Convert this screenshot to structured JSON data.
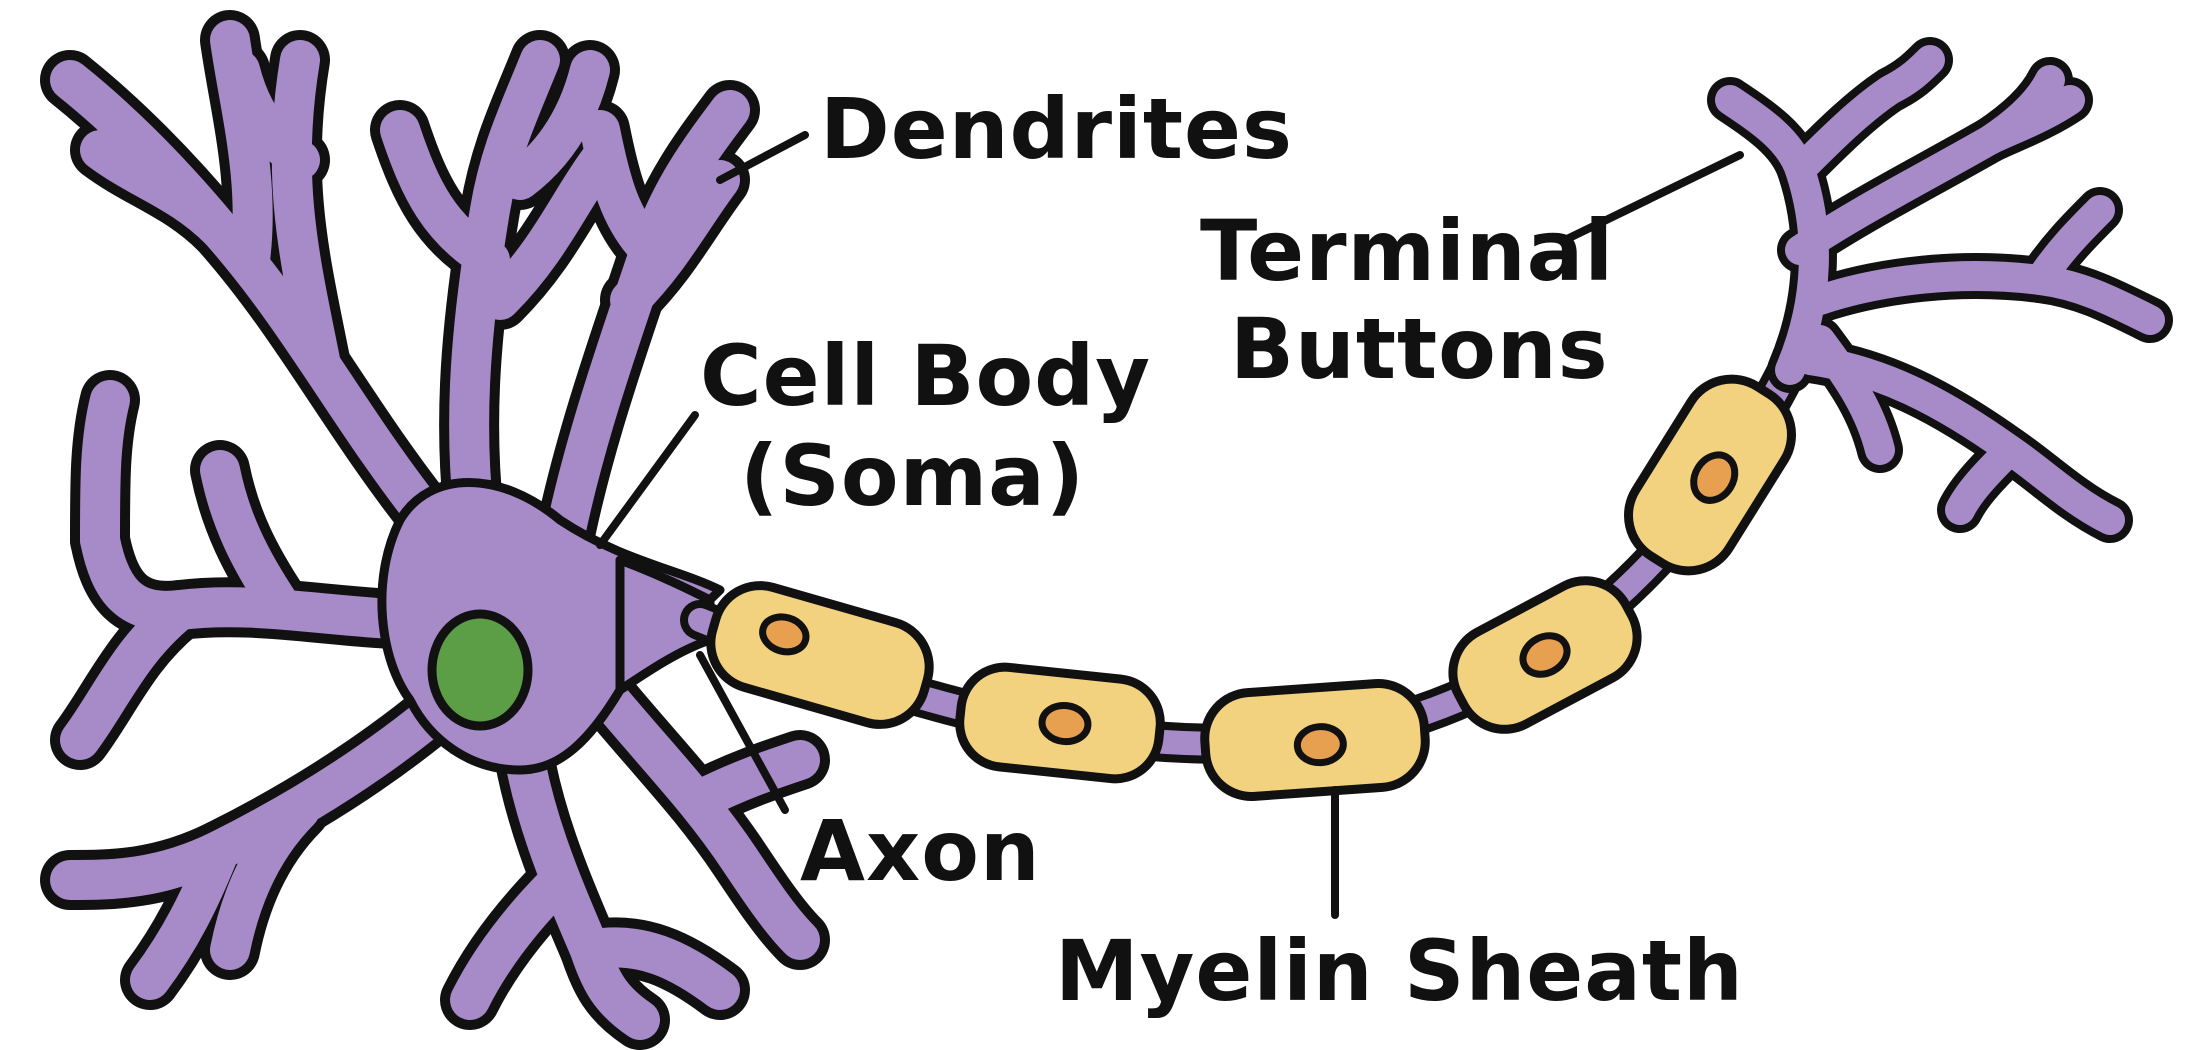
{
  "colors": {
    "neuron": "#A78BC9",
    "nucleus": "#5B9E46",
    "myelin": "#F2D27E",
    "schwann_nucleus": "#E7A050",
    "outline": "#111111"
  },
  "labels": {
    "dendrites": "Dendrites",
    "cell_body_line1": "Cell Body",
    "cell_body_line2": "(Soma)",
    "axon": "Axon",
    "terminal_line1": "Terminal",
    "terminal_line2": "Buttons",
    "myelin": "Myelin Sheath"
  }
}
